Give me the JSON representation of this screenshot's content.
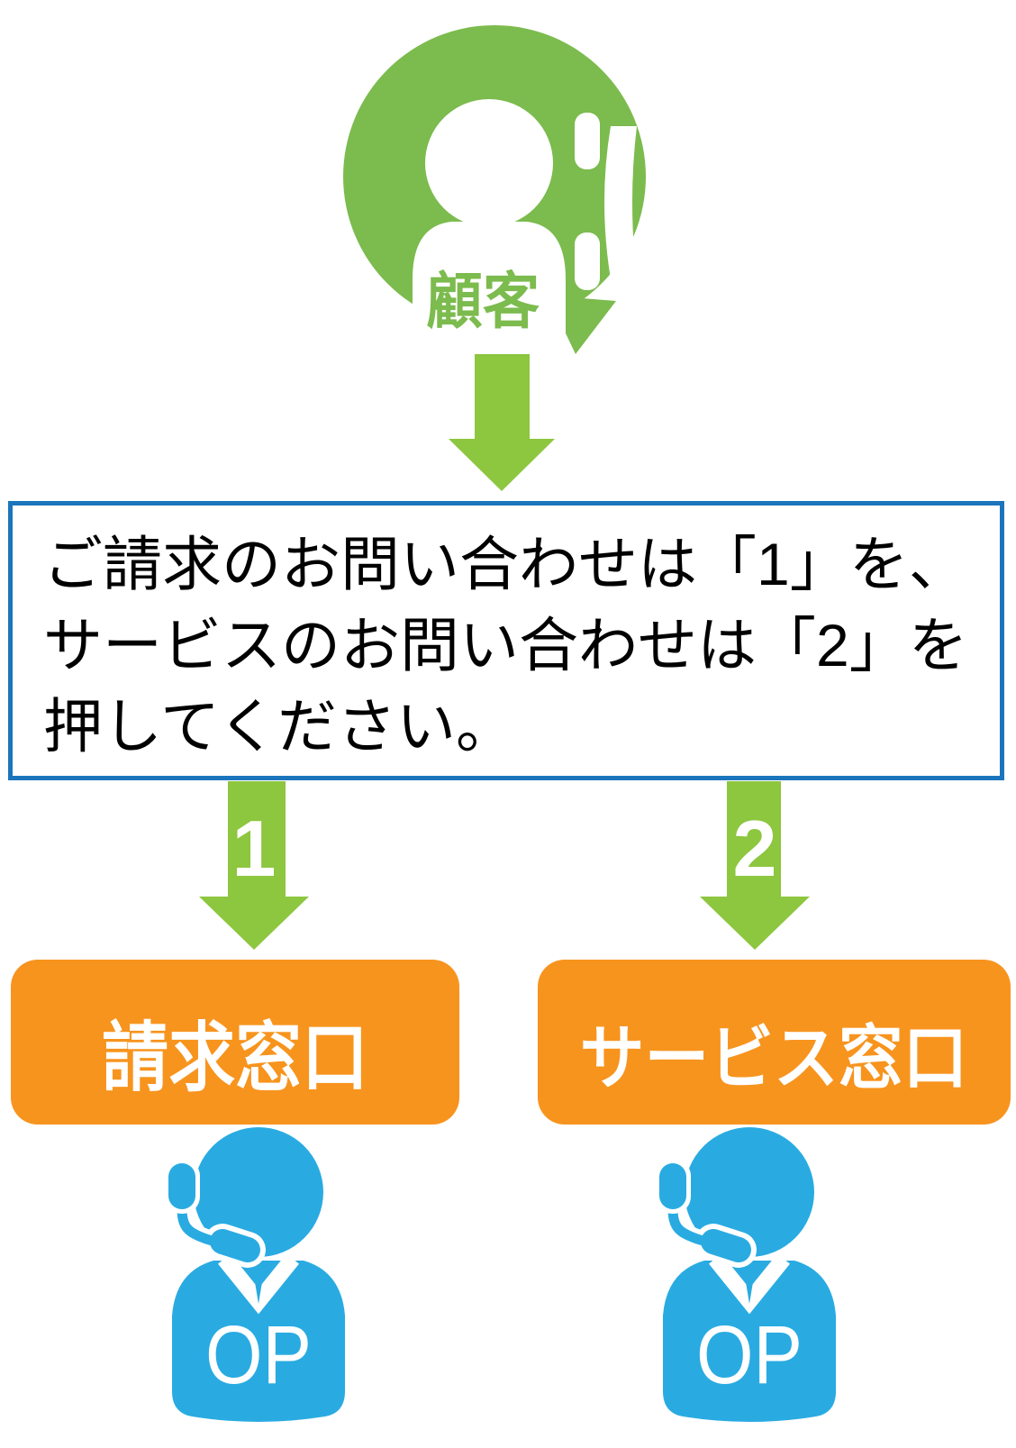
{
  "customer": {
    "label": "顧客"
  },
  "ivr_box": {
    "lines": [
      "ご請求のお問い合わせは「1」を、",
      "サービスのお問い合わせは「2」を",
      "押してください。"
    ]
  },
  "branches": [
    {
      "digit": "1",
      "desk_label": "請求窓口",
      "operator_label": "OP"
    },
    {
      "digit": "2",
      "desk_label": "サービス窓口",
      "operator_label": "OP"
    }
  ],
  "colors": {
    "customer_green": "#7CBB4E",
    "arrow_green": "#8DC63F",
    "message_border_blue": "#1B75BC",
    "desk_orange": "#F7941E",
    "operator_blue": "#29ABE2"
  }
}
